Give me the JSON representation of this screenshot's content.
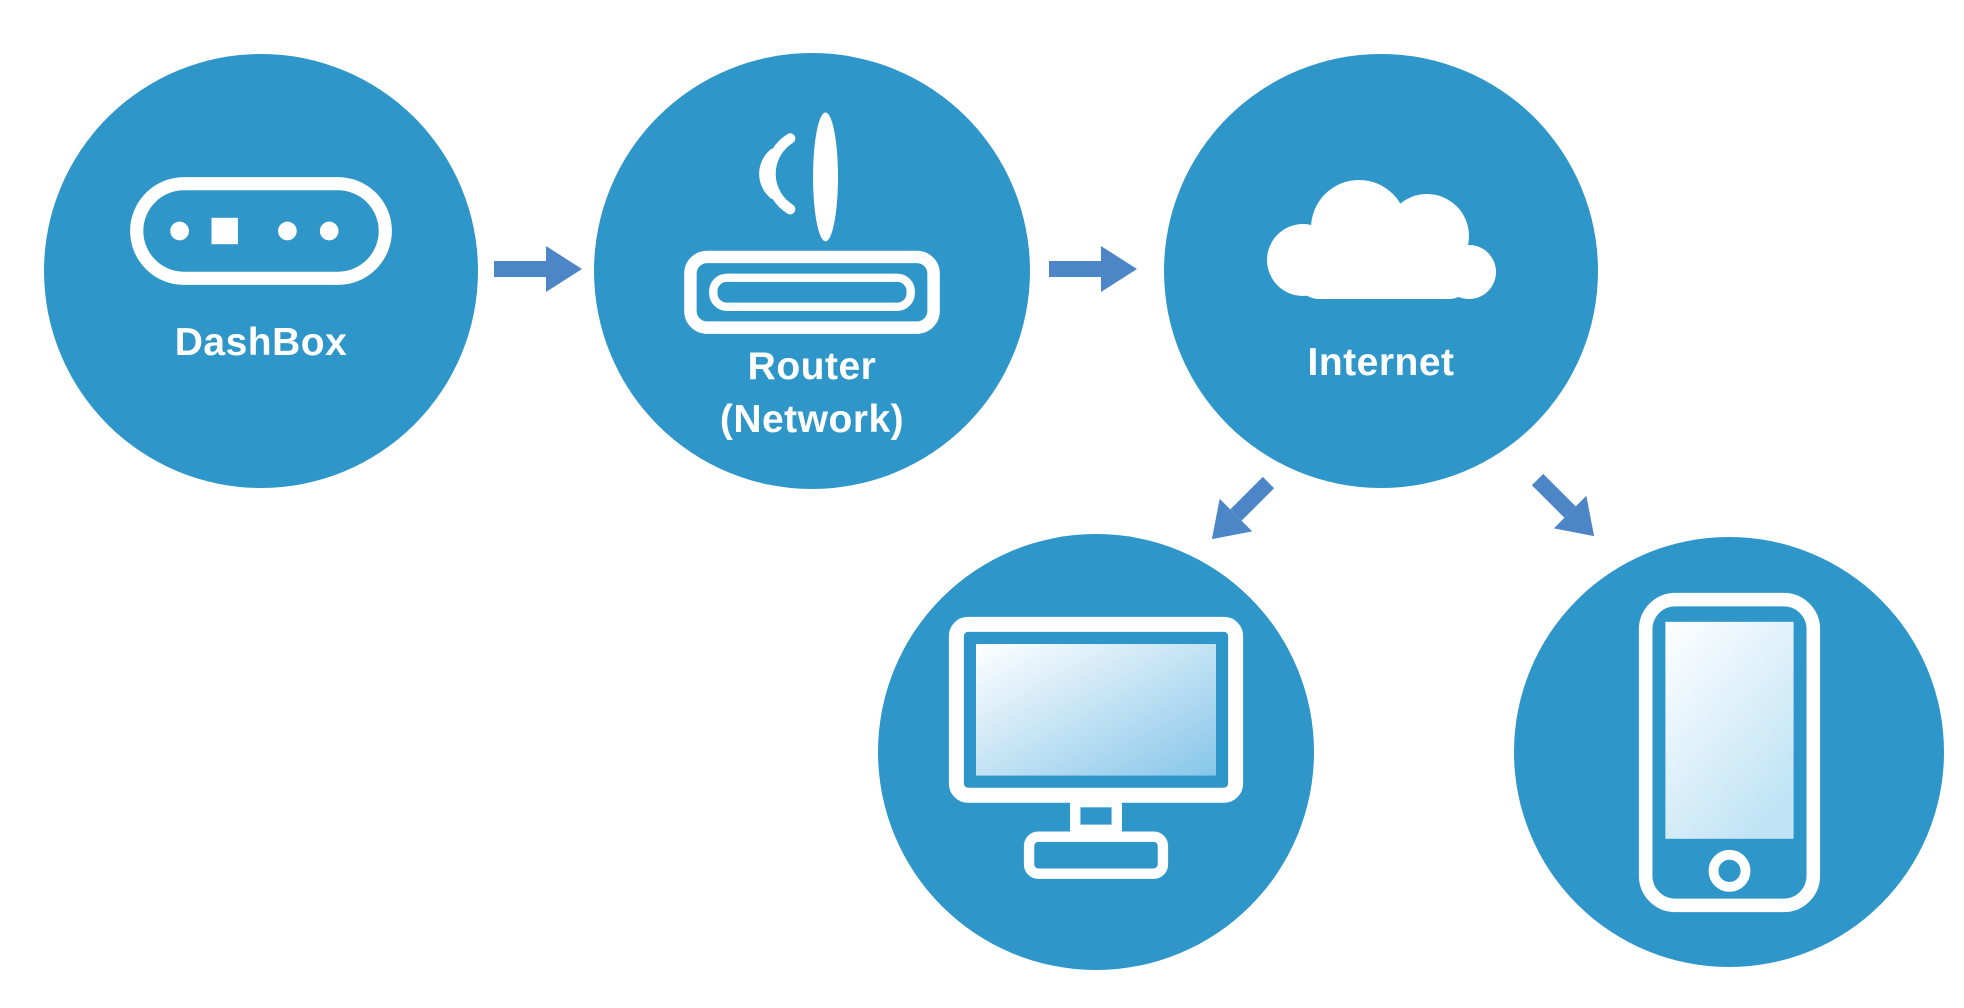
{
  "diagram": {
    "type": "network-flow",
    "description": "DashBox connects through a router/network to the internet, which serves a computer and a smartphone"
  },
  "theme": {
    "background": "#ffffff",
    "circle_color": "#2E96C9",
    "arrow_color": "#4C86C6",
    "icon_color": "#ffffff",
    "monitor_screen_start": "#FFFFFF",
    "monitor_screen_end": "#86C6E9",
    "phone_screen_start": "#FFFFFF",
    "phone_screen_end": "#BFE3F5"
  },
  "nodes": [
    {
      "id": "dashbox",
      "label": "DashBox",
      "icon": "dashbox-device-icon"
    },
    {
      "id": "router",
      "label": "Router",
      "sublabel": "(Network)",
      "icon": "wireless-router-icon"
    },
    {
      "id": "internet",
      "label": "Internet",
      "icon": "cloud-icon"
    },
    {
      "id": "computer",
      "label": "",
      "icon": "desktop-monitor-icon"
    },
    {
      "id": "phone",
      "label": "",
      "icon": "smartphone-icon"
    }
  ],
  "connections": [
    {
      "from": "dashbox",
      "to": "router",
      "direction": "right"
    },
    {
      "from": "router",
      "to": "internet",
      "direction": "right"
    },
    {
      "from": "internet",
      "to": "computer",
      "direction": "down-left"
    },
    {
      "from": "internet",
      "to": "phone",
      "direction": "down-right"
    }
  ]
}
